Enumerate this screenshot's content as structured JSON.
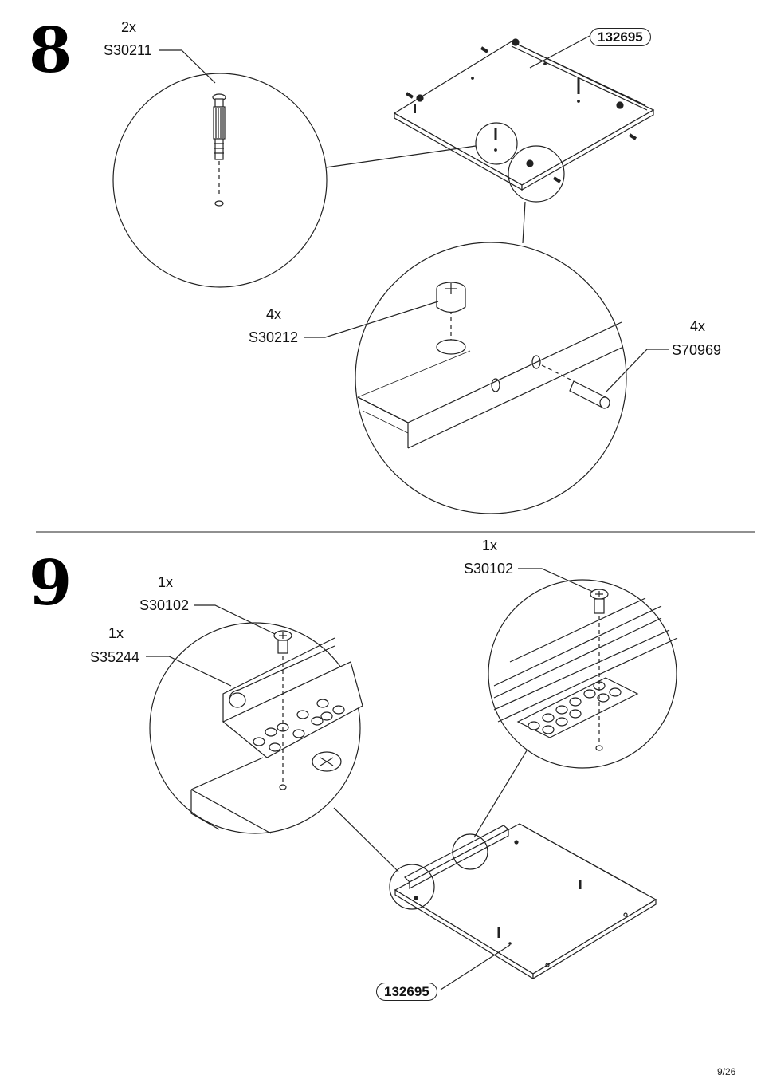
{
  "page": {
    "number": "9/26"
  },
  "step8": {
    "number": "8",
    "panel_ref": "132695",
    "parts": [
      {
        "qty": "2x",
        "code": "S30211"
      },
      {
        "qty": "4x",
        "code": "S30212"
      },
      {
        "qty": "4x",
        "code": "S70969"
      }
    ]
  },
  "step9": {
    "number": "9",
    "panel_ref": "132695",
    "parts": [
      {
        "qty": "1x",
        "code": "S30102"
      },
      {
        "qty": "1x",
        "code": "S35244"
      },
      {
        "qty": "1x",
        "code": "S30102"
      }
    ]
  }
}
